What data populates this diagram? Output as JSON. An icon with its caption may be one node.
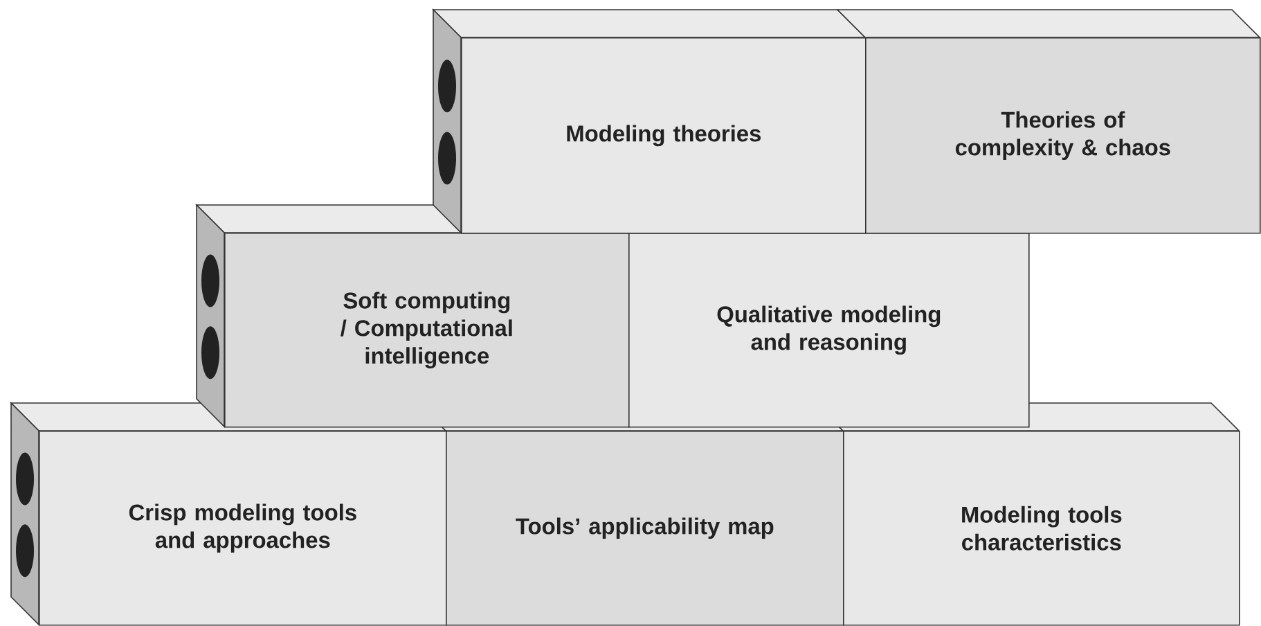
{
  "diagram": {
    "nodes": [
      {
        "text": [
          "Modeling theories"
        ]
      },
      {
        "text": [
          "Theories of complexity & chaos"
        ]
      },
      {
        "text": [
          "Soft computing / Computational intelligence"
        ]
      },
      {
        "text": [
          "Qualitative modeling and reasoning"
        ]
      },
      {
        "text": [
          "Crisp modeling tools and approaches"
        ]
      },
      {
        "text": [
          "Tools’ applicability map"
        ]
      },
      {
        "text": [
          "Modeling tools characteristics"
        ]
      }
    ]
  }
}
